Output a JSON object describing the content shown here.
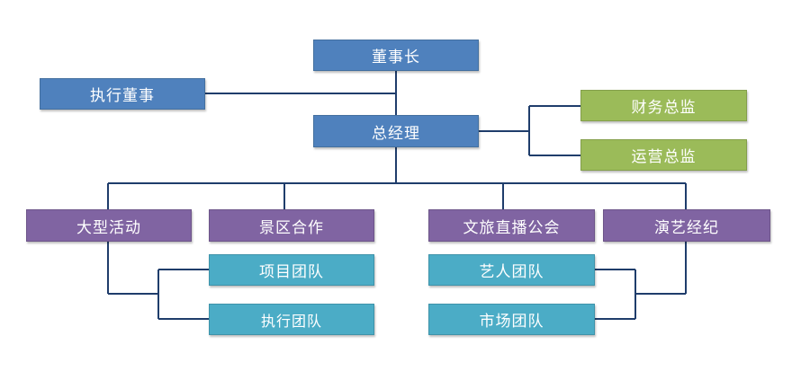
{
  "chairman": "董事长",
  "executive_director": "执行董事",
  "general_manager": "总经理",
  "finance_director": "财务总监",
  "operations_director": "运营总监",
  "departments": {
    "big_events": "大型活动",
    "scenic_cooperation": "景区合作",
    "culture_tourism_guild": "文旅直播公会",
    "artist_management": "演艺经纪"
  },
  "teams": {
    "project_team": "项目团队",
    "execution_team": "执行团队",
    "artist_team": "艺人团队",
    "marketing_team": "市场团队"
  },
  "colors": {
    "executive": "#4f81bd",
    "director": "#9bbb59",
    "department": "#8064a2",
    "team": "#4bacc6",
    "connector": "#1f3d6b"
  }
}
